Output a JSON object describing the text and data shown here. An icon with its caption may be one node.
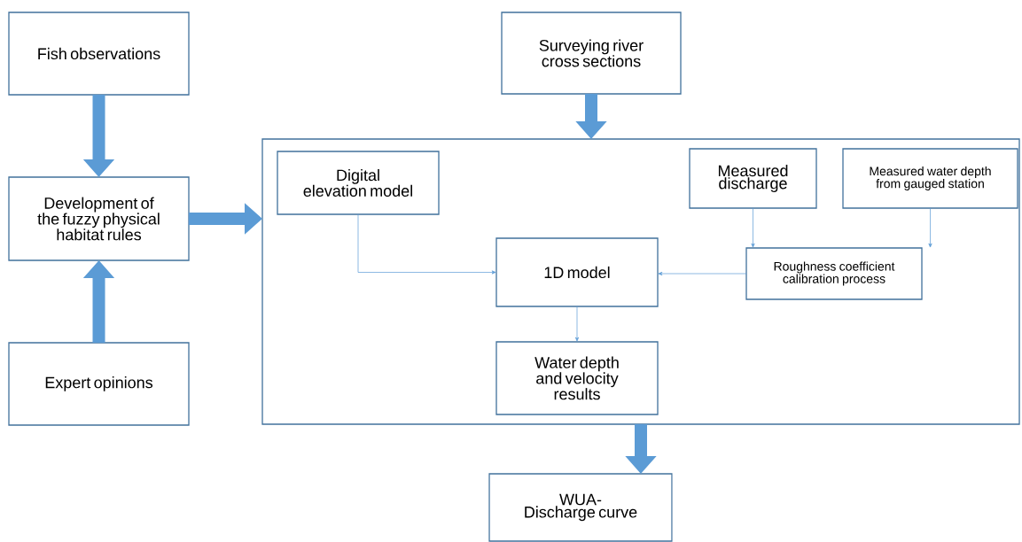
{
  "diagram": {
    "nodes": [
      {
        "text": [
          "Fish observations"
        ]
      },
      {
        "text": [
          "Surveying river cross sections"
        ]
      },
      {
        "text": [
          "Development of the fuzzy physical habitat rules"
        ]
      },
      {
        "text": [],
        "shape": "box"
      },
      {
        "text": [
          "Digital elevation model"
        ],
        "in": 3
      },
      {
        "text": [
          "Measured discharge"
        ],
        "in": 3
      },
      {
        "text": [
          "Measured water depth from gauged station"
        ],
        "in": 3
      },
      {
        "text": [
          "1D model"
        ],
        "in": 3
      },
      {
        "text": [
          "Roughness coefficient calibration process"
        ],
        "in": 3
      },
      {
        "text": [
          "Water depth and velocity results"
        ],
        "in": 3
      },
      {
        "text": [
          "Expert opinions"
        ]
      },
      {
        "text": [
          "WUA-Discharge curve"
        ]
      }
    ],
    "edges": [
      {
        "from": 0,
        "to": 2,
        "arrow": "to",
        "style": "thick"
      },
      {
        "from": 10,
        "to": 2,
        "arrow": "to",
        "style": "thick"
      },
      {
        "from": 2,
        "to": 3,
        "arrow": "to",
        "style": "thick"
      },
      {
        "from": 1,
        "to": 3,
        "arrow": "to",
        "style": "thick"
      },
      {
        "from": 4,
        "to": 7,
        "arrow": "to"
      },
      {
        "from": 5,
        "to": 8,
        "arrow": "to"
      },
      {
        "from": 6,
        "to": 8,
        "arrow": "to"
      },
      {
        "from": 8,
        "to": 7,
        "arrow": "to"
      },
      {
        "from": 7,
        "to": 9,
        "arrow": "to"
      },
      {
        "from": 3,
        "to": 11,
        "arrow": "to",
        "style": "thick"
      }
    ]
  }
}
